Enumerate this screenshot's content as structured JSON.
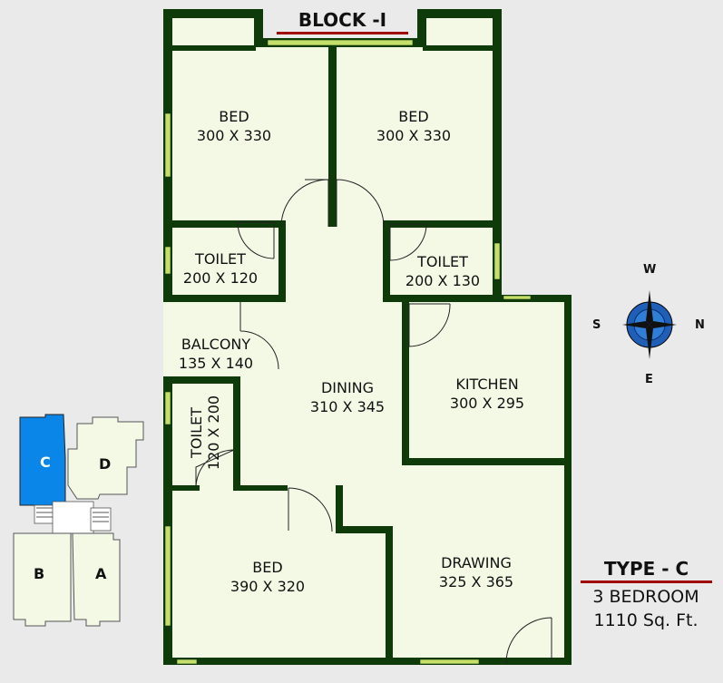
{
  "block_title": "BLOCK -I",
  "rooms": {
    "bed_top_left": {
      "name": "BED",
      "size": "300 X 330"
    },
    "bed_top_right": {
      "name": "BED",
      "size": "300 X 330"
    },
    "toilet_left": {
      "name": "TOILET",
      "size": "200 X 120"
    },
    "toilet_right": {
      "name": "TOILET",
      "size": "200 X 130"
    },
    "balcony": {
      "name": "BALCONY",
      "size": "135 X 140"
    },
    "dining": {
      "name": "DINING",
      "size": "310 X 345"
    },
    "kitchen": {
      "name": "KITCHEN",
      "size": "300 X 295"
    },
    "toilet_small": {
      "name": "TOILET",
      "size": "120 X 200"
    },
    "bed_bottom": {
      "name": "BED",
      "size": "390 X 320"
    },
    "drawing": {
      "name": "DRAWING",
      "size": "325 X 365"
    }
  },
  "compass": {
    "north": "N",
    "south": "S",
    "east": "E",
    "west": "W"
  },
  "key_plan": {
    "c": "C",
    "d": "D",
    "b": "B",
    "a": "A"
  },
  "unit_info": {
    "type": "TYPE - C",
    "bedrooms": "3 BEDROOM",
    "area": "1110 Sq. Ft."
  },
  "colors": {
    "wall": "#0f3a0a",
    "floor": "#f4f9e6",
    "highlight": "#0a86e8",
    "accent_line": "#a00000",
    "window": "#c6df6a",
    "compass": "#1f5fb8"
  }
}
